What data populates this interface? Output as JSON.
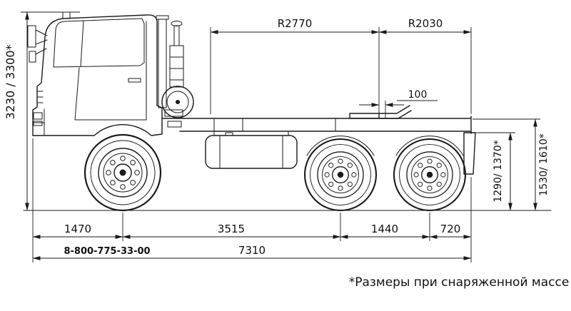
{
  "drawing": {
    "footnote": "*Размеры при снаряженной массе",
    "hotline_phone": "8-800-775-33-00"
  },
  "dims": {
    "overall_height": "3230 / 3300*",
    "front_radius": "R2770",
    "rear_radius": "R2030",
    "kingpin_offset": "100",
    "saddle_height": "1290/ 1370*",
    "rear_frame_height": "1530/ 1610*",
    "front_overhang": "1470",
    "wheelbase": "3515",
    "bogie_base": "1440",
    "rear_overhang": "720",
    "overall_length": "7310"
  }
}
